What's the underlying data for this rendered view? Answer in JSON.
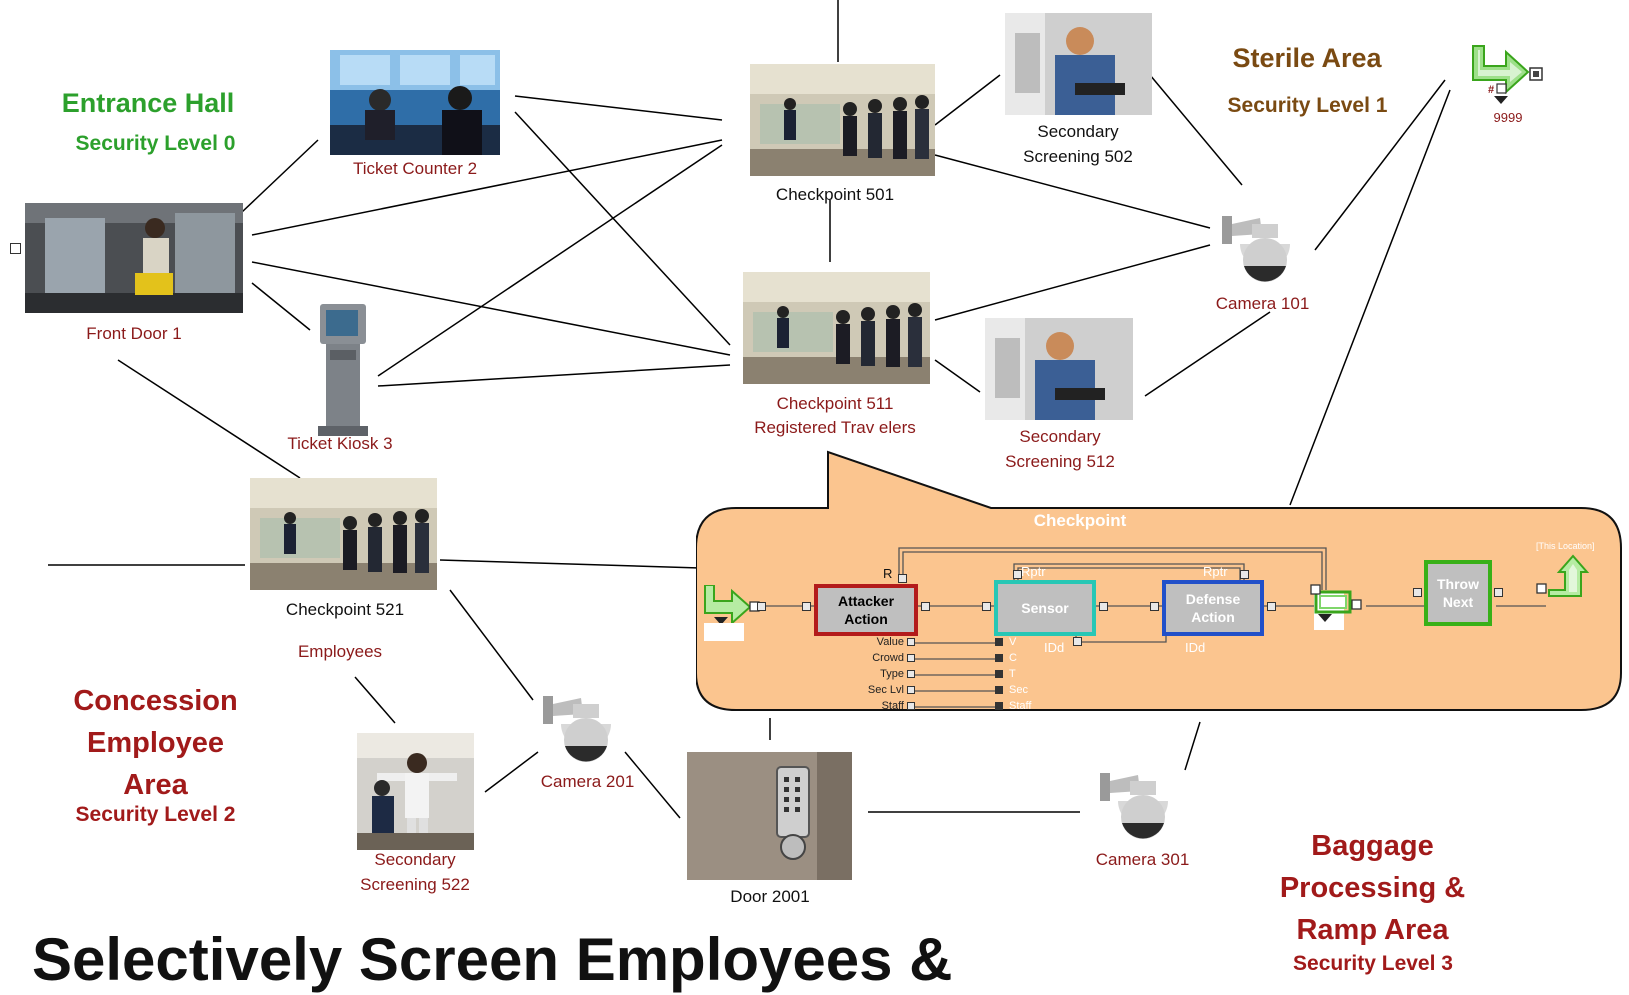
{
  "areas": {
    "entrance": {
      "title": "Entrance Hall",
      "level": "Security Level 0"
    },
    "sterile": {
      "title": "Sterile Area",
      "level": "Security Level 1"
    },
    "concession": {
      "title": "Concession Employee Area",
      "level": "Security Level 2"
    },
    "baggage": {
      "title": "Baggage Processing & Ramp Area",
      "level": "Security Level 3"
    }
  },
  "nodes": {
    "ticket_counter": "Ticket Counter 2",
    "front_door": "Front Door 1",
    "ticket_kiosk": "Ticket Kiosk 3",
    "checkpoint_501": "Checkpoint 501",
    "secondary_502_line1": "Secondary",
    "secondary_502_line2": "Screening 502",
    "checkpoint_511_line1": "Checkpoint 511",
    "checkpoint_511_line2": "Registered Trav elers",
    "secondary_512_line1": "Secondary",
    "secondary_512_line2": "Screening 512",
    "camera_101": "Camera 101",
    "exit_number": "9999",
    "checkpoint_521": "Checkpoint 521",
    "employees": "Employees",
    "camera_201": "Camera 201",
    "secondary_522_line1": "Secondary",
    "secondary_522_line2": "Screening 522",
    "door_2001": "Door 2001",
    "camera_301": "Camera 301"
  },
  "callout": {
    "title": "Checkpoint",
    "attacker_action": "Attacker Action",
    "sensor": "Sensor",
    "defense_action": "Defense Action",
    "throw_next": "Throw Next",
    "this_location": "[This Location]",
    "r_label": "R",
    "rptr_1": "Rptr",
    "rptr_2": "Rptr",
    "idd_1": "IDd",
    "idd_2": "IDd",
    "inputs_left": [
      "Value",
      "Crowd",
      "Type",
      "Sec Lvl",
      "Staff"
    ],
    "inputs_right": [
      "V",
      "C",
      "T",
      "Sec",
      "Staff"
    ]
  },
  "headline": "Selectively Screen Employees &",
  "colors": {
    "green_title": "#2ca02c",
    "dark_red": "#a11a1a",
    "brown": "#7a4a12",
    "callout_fill": "#fbc58f",
    "attacker_border": "#b31b1b",
    "sensor_border": "#27c7b5",
    "defense_border": "#2150c9",
    "throw_border": "#38b018"
  }
}
